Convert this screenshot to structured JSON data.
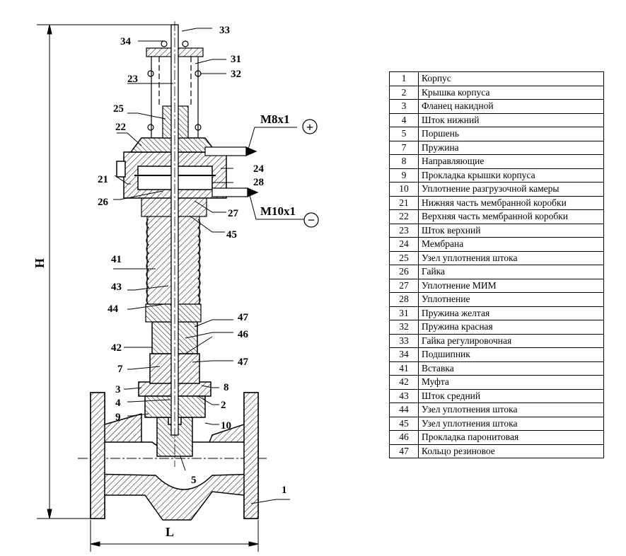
{
  "drawing": {
    "dimension_height": "H",
    "dimension_length": "L",
    "port_top_label": "M8x1",
    "port_top_sign": "+",
    "port_bottom_label": "M10x1",
    "port_bottom_sign": "−",
    "callouts": {
      "c33": "33",
      "c34": "34",
      "c31": "31",
      "c32": "32",
      "c23": "23",
      "c25": "25",
      "c22": "22",
      "c24": "24",
      "c21": "21",
      "c28": "28",
      "c26": "26",
      "c27": "27",
      "c45": "45",
      "c41": "41",
      "c43": "43",
      "c44": "44",
      "c47a": "47",
      "c46": "46",
      "c42": "42",
      "c7": "7",
      "c47b": "47",
      "c3": "3",
      "c8": "8",
      "c4": "4",
      "c2": "2",
      "c9": "9",
      "c10": "10",
      "c5": "5",
      "c1": "1"
    }
  },
  "legend": [
    {
      "num": "1",
      "name": "Корпус"
    },
    {
      "num": "2",
      "name": "Крышка корпуса"
    },
    {
      "num": "3",
      "name": "Фланец накидной"
    },
    {
      "num": "4",
      "name": "Шток нижний"
    },
    {
      "num": "5",
      "name": "Поршень"
    },
    {
      "num": "7",
      "name": "Пружина"
    },
    {
      "num": "8",
      "name": "Направляющие"
    },
    {
      "num": "9",
      "name": "Прокладка крышки корпуса"
    },
    {
      "num": "10",
      "name": "Уплотнение разгрузочной камеры"
    },
    {
      "num": "21",
      "name": "Нижняя часть мембранной коробки"
    },
    {
      "num": "22",
      "name": "Верхняя часть мембранной коробки"
    },
    {
      "num": "23",
      "name": "Шток верхний"
    },
    {
      "num": "24",
      "name": "Мембрана"
    },
    {
      "num": "25",
      "name": "Узел уплотнения штока"
    },
    {
      "num": "26",
      "name": "Гайка"
    },
    {
      "num": "27",
      "name": "Уплотнение МИМ"
    },
    {
      "num": "28",
      "name": "Уплотнение"
    },
    {
      "num": "31",
      "name": "Пружина желтая"
    },
    {
      "num": "32",
      "name": "Пружина  красная"
    },
    {
      "num": "33",
      "name": "Гайка регулировочная"
    },
    {
      "num": "34",
      "name": "Подшипник"
    },
    {
      "num": "41",
      "name": "Вставка"
    },
    {
      "num": "42",
      "name": "Муфта"
    },
    {
      "num": "43",
      "name": "Шток средний"
    },
    {
      "num": "44",
      "name": "Узел уплотнения штока"
    },
    {
      "num": "45",
      "name": "Узел уплотнения штока"
    },
    {
      "num": "46",
      "name": "Прокладка паронитовая"
    },
    {
      "num": "47",
      "name": "Кольцо резиновое"
    }
  ]
}
